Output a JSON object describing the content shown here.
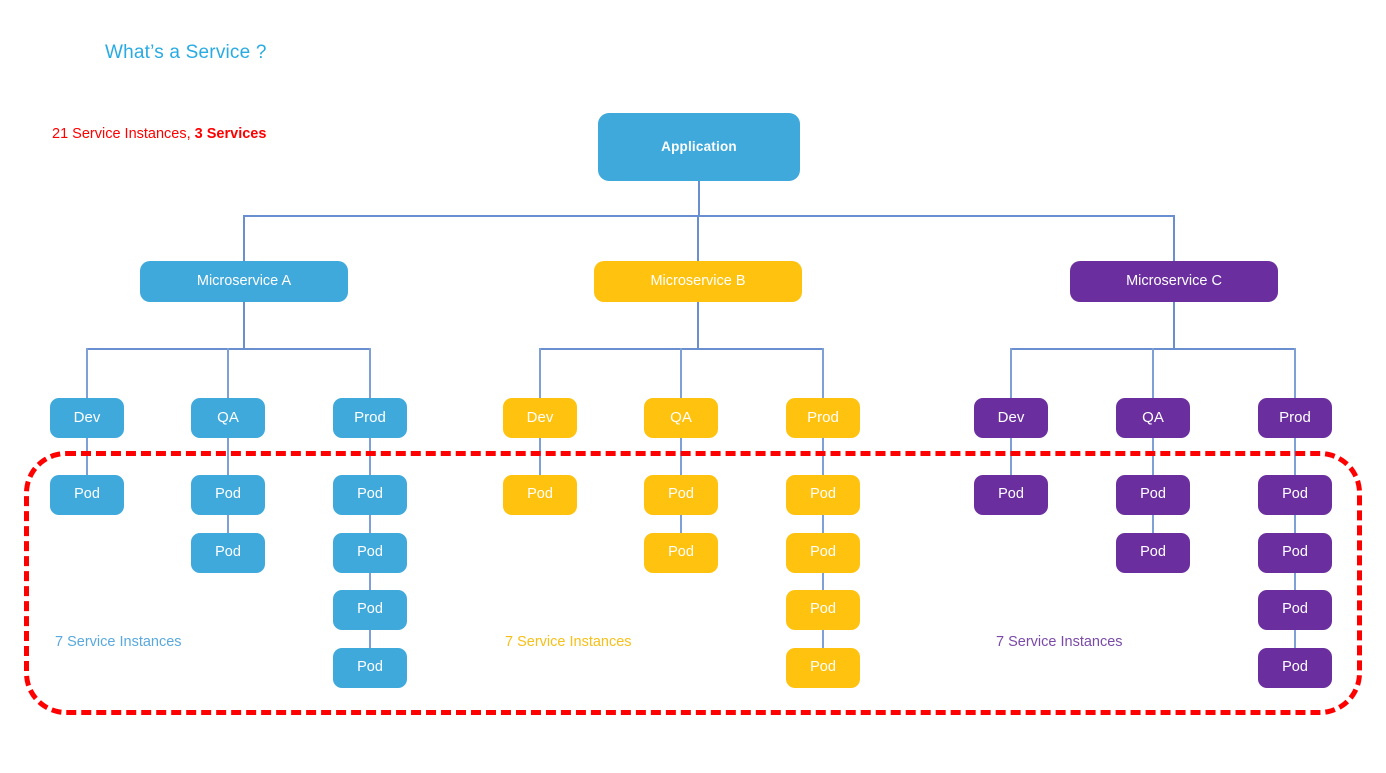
{
  "title": "What’s a Service ?",
  "summary": {
    "prefix": "21 Service Instances, ",
    "strong": "3 Services"
  },
  "colors": {
    "blue": "#3fa9dc",
    "amber": "#ffc20e",
    "purple": "#6b2e9e",
    "connector": "#6a8fd0",
    "highlight": "#ff0000",
    "title": "#29abe2"
  },
  "root": {
    "label": "Application"
  },
  "columns": [
    {
      "label": "Microservice A",
      "theme": "blue",
      "instances_label": "7 Service Instances",
      "environments": [
        {
          "label": "Dev",
          "pods": [
            "Pod"
          ]
        },
        {
          "label": "QA",
          "pods": [
            "Pod",
            "Pod"
          ]
        },
        {
          "label": "Prod",
          "pods": [
            "Pod",
            "Pod",
            "Pod",
            "Pod"
          ]
        }
      ]
    },
    {
      "label": "Microservice B",
      "theme": "amber",
      "instances_label": "7 Service Instances",
      "environments": [
        {
          "label": "Dev",
          "pods": [
            "Pod"
          ]
        },
        {
          "label": "QA",
          "pods": [
            "Pod",
            "Pod"
          ]
        },
        {
          "label": "Prod",
          "pods": [
            "Pod",
            "Pod",
            "Pod",
            "Pod"
          ]
        }
      ]
    },
    {
      "label": "Microservice C",
      "theme": "purple",
      "instances_label": "7 Service Instances",
      "environments": [
        {
          "label": "Dev",
          "pods": [
            "Pod"
          ]
        },
        {
          "label": "QA",
          "pods": [
            "Pod",
            "Pod"
          ]
        },
        {
          "label": "Prod",
          "pods": [
            "Pod",
            "Pod",
            "Pod",
            "Pod"
          ]
        }
      ]
    }
  ],
  "highlight_region": {
    "name": "service-instances-boundary"
  }
}
